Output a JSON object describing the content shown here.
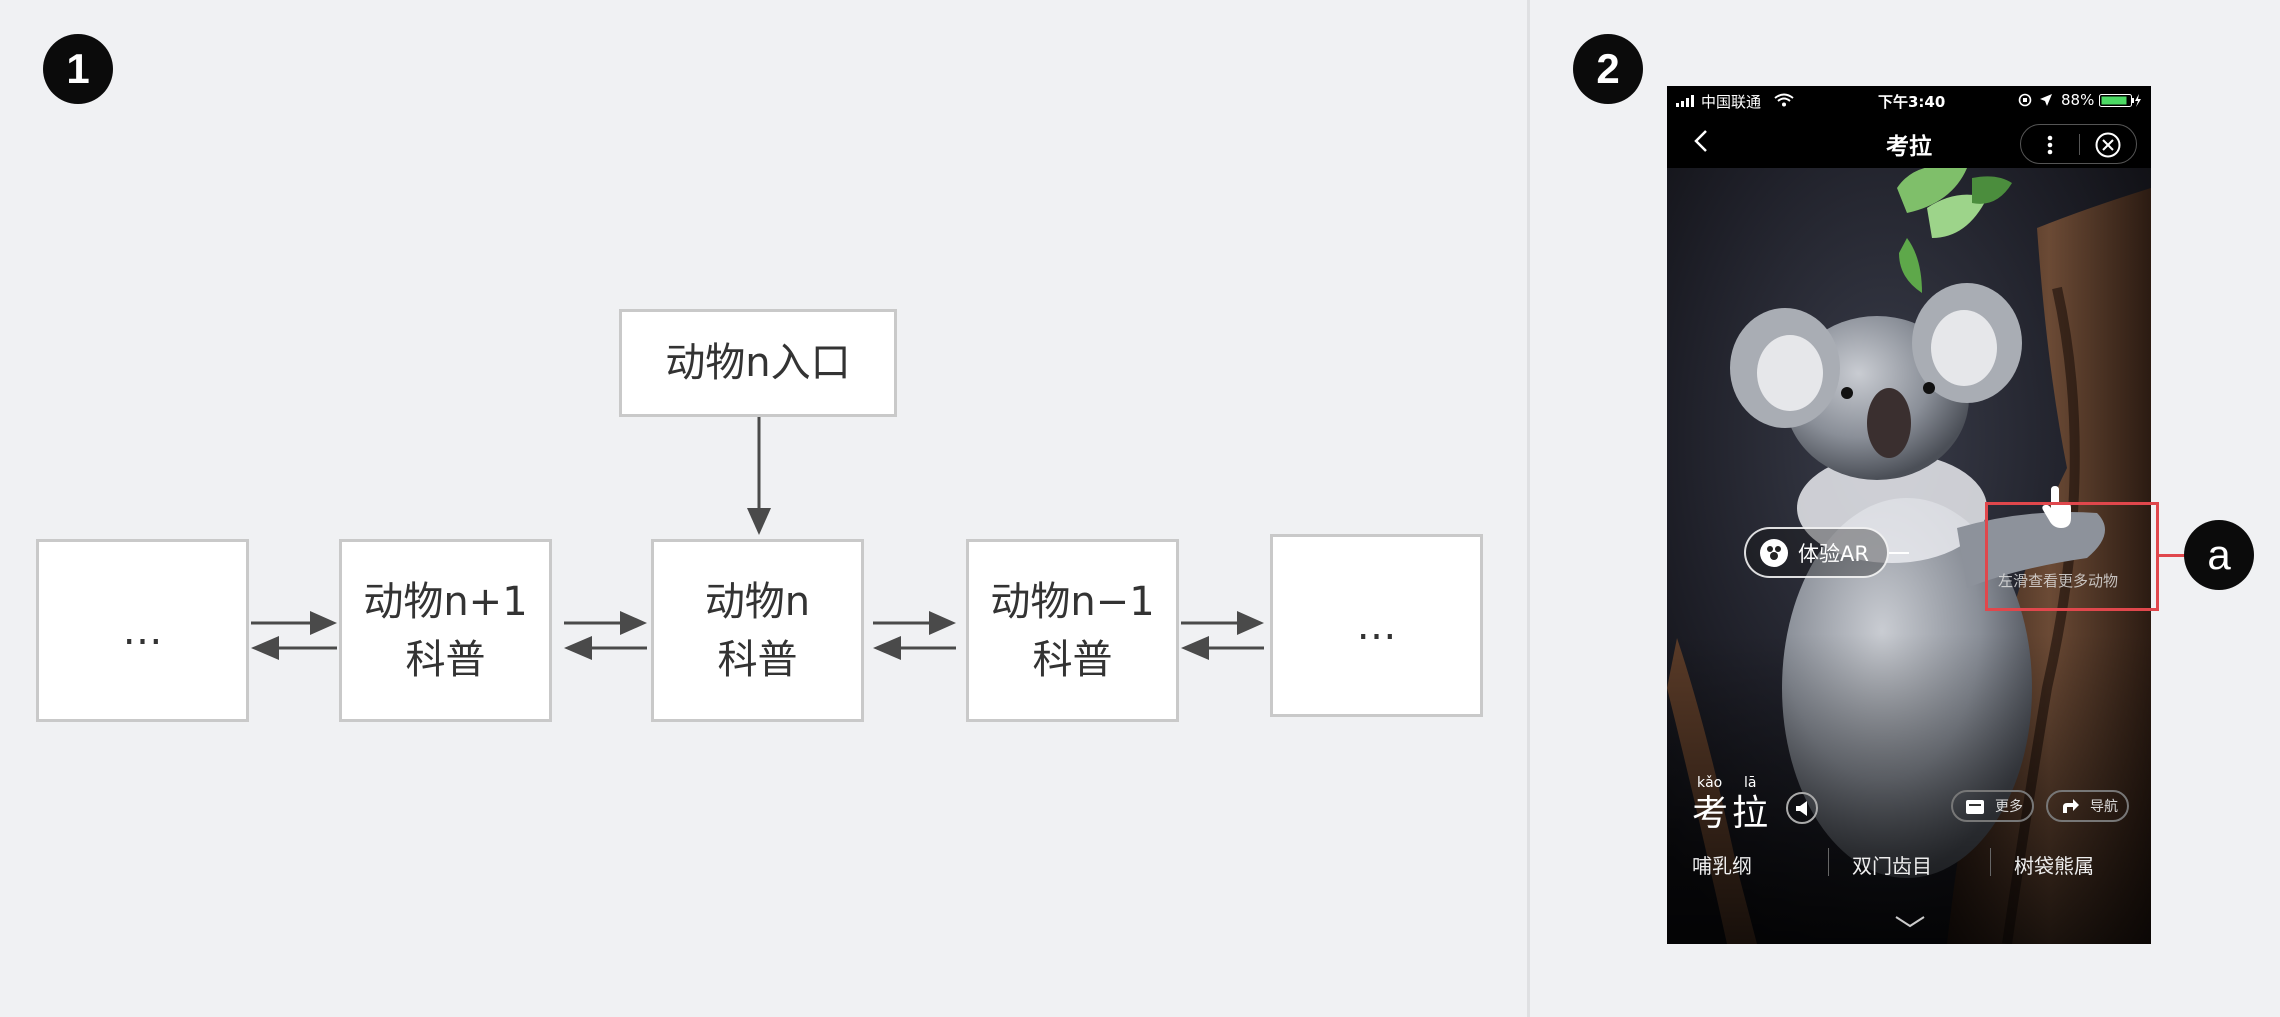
{
  "badges": {
    "section1": "1",
    "section2": "2",
    "callout": "a"
  },
  "diagram": {
    "entry": "动物n入口",
    "nodes": [
      "…",
      "动物n+1\n科普",
      "动物n\n科普",
      "动物n−1\n科普",
      "…"
    ]
  },
  "phone": {
    "status": {
      "carrier": "中国联通",
      "time": "下午3:40",
      "battery": "88%"
    },
    "title": "考拉",
    "ar_button": "体验AR",
    "swipe_hint": "左滑查看更多动物",
    "animal": {
      "pinyin1": "kǎo",
      "pinyin2": "lā",
      "name": "考拉"
    },
    "more_label": "更多",
    "nav_label": "导航",
    "taxonomy": [
      "哺乳纲",
      "双门齿目",
      "树袋熊属"
    ]
  },
  "colors": {
    "accent": "#e0474c",
    "badge": "#0b0b0b",
    "battery": "#4cd964"
  }
}
